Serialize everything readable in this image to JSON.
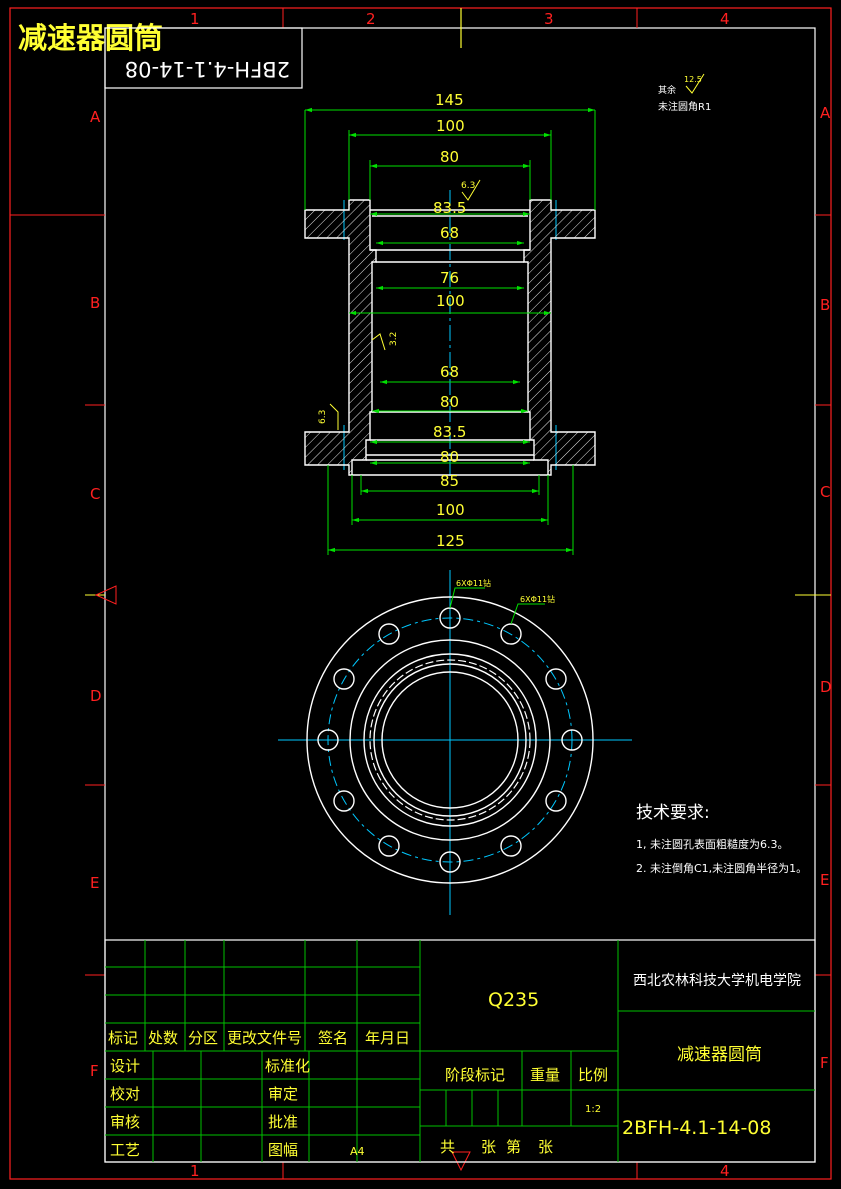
{
  "drawing": {
    "title_overlay": "减速器圆筒",
    "mirrored_code": "2BFH-4.1-14-08",
    "column_labels": [
      "1",
      "2",
      "3",
      "4"
    ],
    "row_labels": [
      "A",
      "B",
      "C",
      "D",
      "E",
      "F"
    ],
    "roughness_note": {
      "prefix": "其余",
      "value": "12.5",
      "fillet": "未注圆角R1"
    },
    "section_view": {
      "dims": {
        "d145": "145",
        "d100_top": "100",
        "d80_top": "80",
        "d83_5_top": "83.5",
        "d68_top": "68",
        "d76": "76",
        "d100_mid": "100",
        "d68_low": "68",
        "d80_low": "80",
        "d83_5_low": "83.5",
        "d80_bottom": "80",
        "d85": "85",
        "d100_bottom": "100",
        "d125": "125"
      },
      "roughness": {
        "top": "6.3",
        "left_wall": "3.2",
        "left_flange": "6.3"
      }
    },
    "plan_view": {
      "hole_label_1": "6XΦ11钻",
      "hole_label_2": "6XΦ11钻"
    },
    "tech_requirements": {
      "heading": "技术要求:",
      "item1": "1, 未注圆孔表面粗糙度为6.3。",
      "item2": "2. 未注倒角C1,未注圆角半径为1。"
    },
    "title_block": {
      "material": "Q235",
      "school": "西北农林科技大学机电学院",
      "part_name": "减速器圆筒",
      "drawing_code": "2BFH-4.1-14-08",
      "headers": {
        "mark": "标记",
        "count": "处数",
        "zone": "分区",
        "change_doc": "更改文件号",
        "sign": "签名",
        "date": "年月日"
      },
      "roles": {
        "design": "设计",
        "check": "校对",
        "review": "审核",
        "craft": "工艺",
        "standard": "标准化",
        "approve_check": "审定",
        "approve": "批准",
        "sheet": "图幅"
      },
      "sheet_size": "A4",
      "stage_mark": "阶段标记",
      "weight": "重量",
      "scale_label": "比例",
      "scale": "1:2",
      "sheets_total": "共",
      "sheets_unit": "张",
      "sheet_no": "第",
      "sheet_unit2": "张"
    },
    "colors": {
      "border": "#ff2020",
      "outline": "#ffffff",
      "dimension": "#00e000",
      "centerline": "#00c8ff",
      "text": "#ffff33",
      "background": "#000000"
    }
  }
}
